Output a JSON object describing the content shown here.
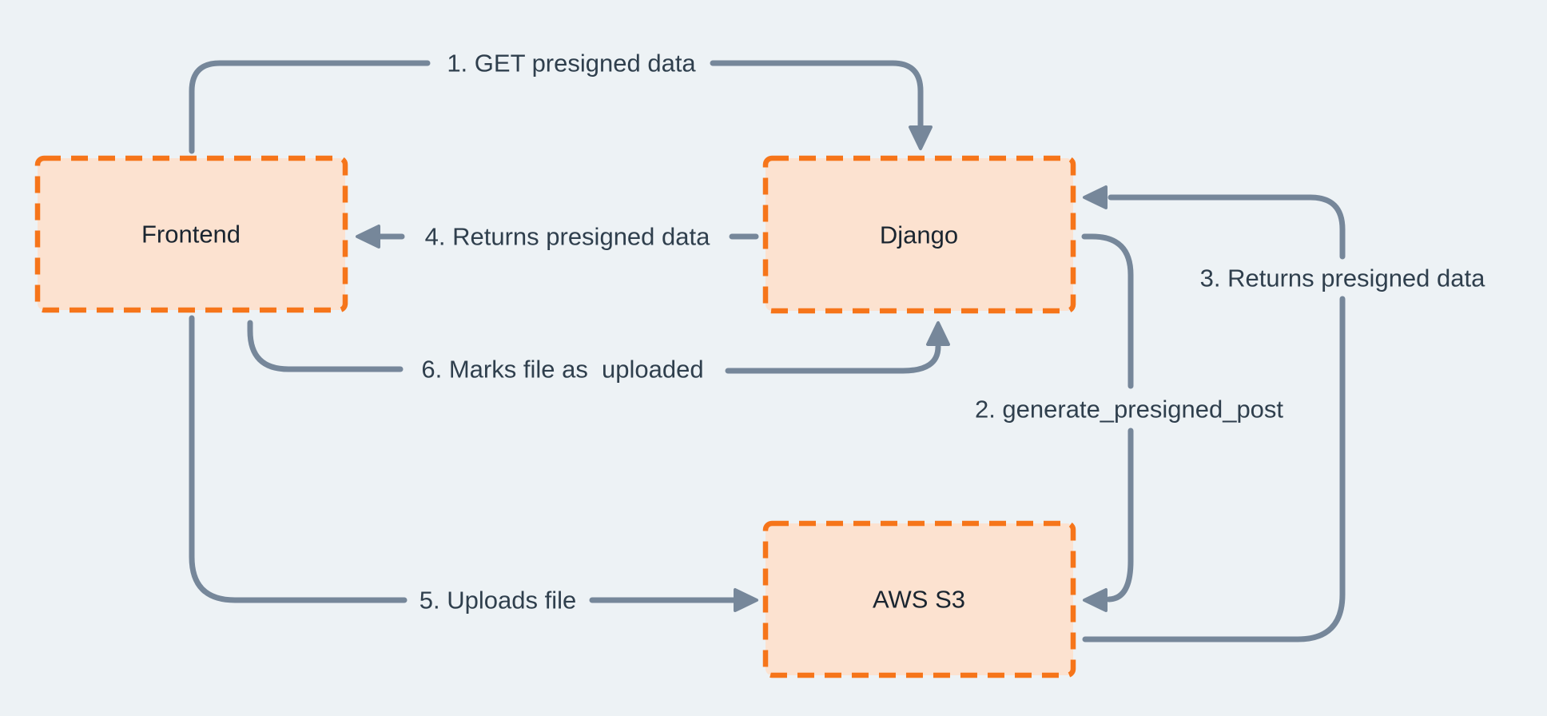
{
  "colors": {
    "bg": "#EDF2F5",
    "arrow": "#76879A",
    "label": "#2F3F4D",
    "node-border": "#F6751A",
    "node-fill": "#FCE2D0",
    "node-text": "#1A2530"
  },
  "nodes": {
    "frontend": "Frontend",
    "django": "Django",
    "aws_s3": "AWS S3"
  },
  "steps": {
    "s1": "1. GET presigned data",
    "s2": "2. generate_presigned_post",
    "s3": "3. Returns presigned data",
    "s4": "4. Returns presigned data",
    "s5": "5. Uploads file",
    "s6": "6. Marks file as  uploaded"
  }
}
